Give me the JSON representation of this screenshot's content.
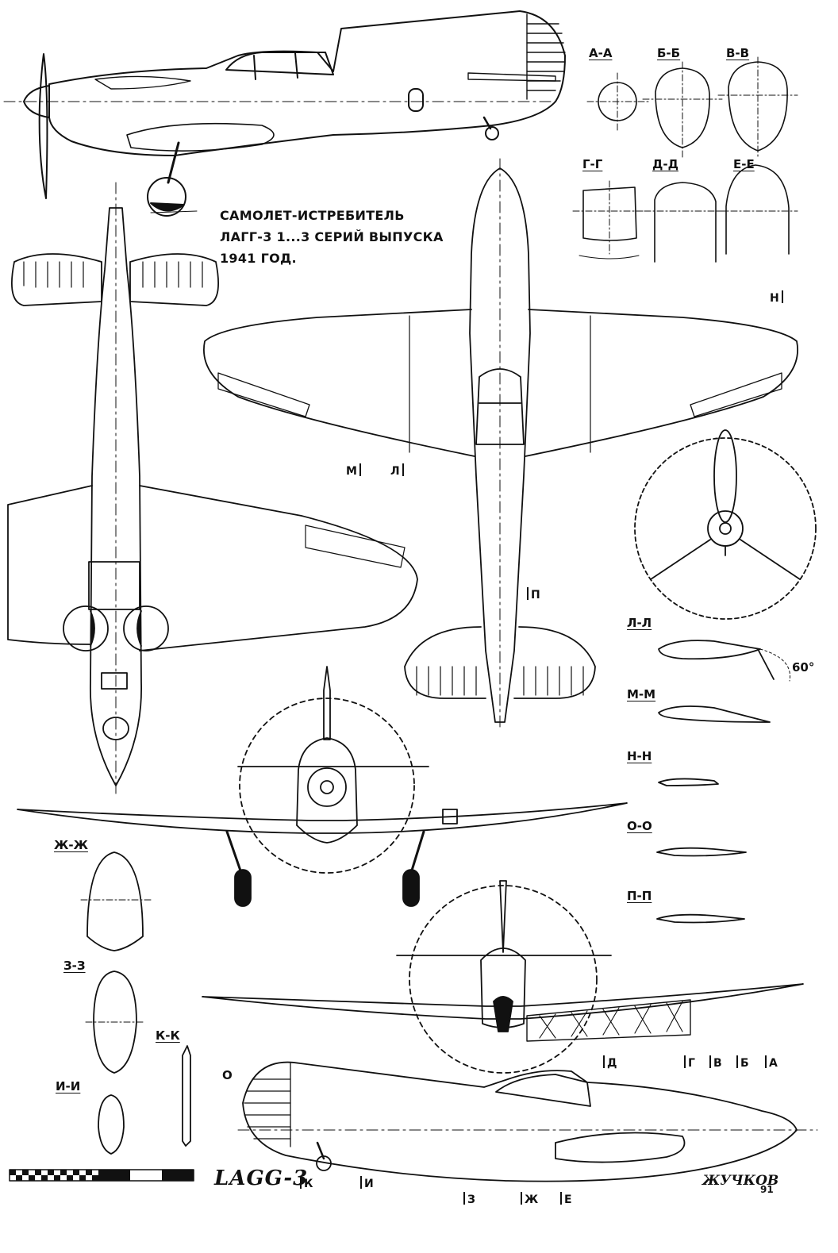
{
  "title": {
    "line1": "САМОЛЕТ-ИСТРЕБИТЕЛЬ",
    "line2": "ЛАГГ-3 1...3 СЕРИЙ ВЫПУСКА",
    "line3": "1941 ГОД."
  },
  "sections_fuselage": [
    "А-А",
    "Б-Б",
    "В-В",
    "Г-Г",
    "Д-Д",
    "Е-Е"
  ],
  "sections_wing": [
    "Л-Л",
    "М-М",
    "Н-Н",
    "О-О",
    "П-П"
  ],
  "sections_misc": [
    "Ж-Ж",
    "З-З",
    "И-И",
    "К-К"
  ],
  "cut_marks": {
    "top": [
      "М",
      "Л",
      "Н",
      "П"
    ],
    "bottom": [
      "Д",
      "Г",
      "В",
      "Б",
      "А",
      "О",
      "К",
      "И",
      "З",
      "Ж",
      "Е"
    ]
  },
  "flap_angle": "60°",
  "brand": "LAGG-3",
  "signature": "ЖУЧКОВ",
  "signature_year": "91",
  "colors": {
    "ink": "#111111",
    "paper": "#ffffff"
  }
}
